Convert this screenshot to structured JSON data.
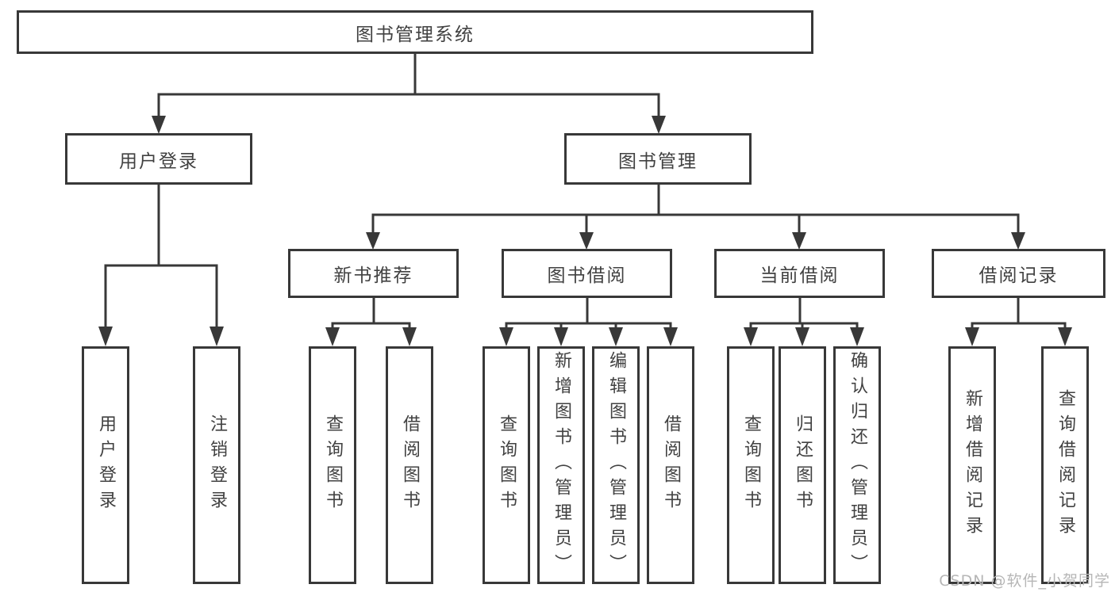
{
  "diagram": {
    "root": {
      "label": "图书管理系统"
    },
    "branches": [
      {
        "label": "用户登录",
        "children": [
          {
            "label": "用户登录"
          },
          {
            "label": "注销登录"
          }
        ]
      },
      {
        "label": "图书管理",
        "children": [
          {
            "label": "新书推荐",
            "children": [
              {
                "label": "查询图书"
              },
              {
                "label": "借阅图书"
              }
            ]
          },
          {
            "label": "图书借阅",
            "children": [
              {
                "label": "查询图书"
              },
              {
                "label": "新增图书（管理员）"
              },
              {
                "label": "编辑图书（管理员）"
              },
              {
                "label": "借阅图书"
              }
            ]
          },
          {
            "label": "当前借阅",
            "children": [
              {
                "label": "查询图书"
              },
              {
                "label": "归还图书"
              },
              {
                "label": "确认归还（管理员）"
              }
            ]
          },
          {
            "label": "借阅记录",
            "children": [
              {
                "label": "新增借阅记录"
              },
              {
                "label": "查询借阅记录"
              }
            ]
          }
        ]
      }
    ]
  },
  "colors": {
    "line": "#383838",
    "text": "#414141",
    "watermark": "#b6b6b6"
  },
  "watermark": {
    "label": "CSDN @软件_小贺同学"
  }
}
